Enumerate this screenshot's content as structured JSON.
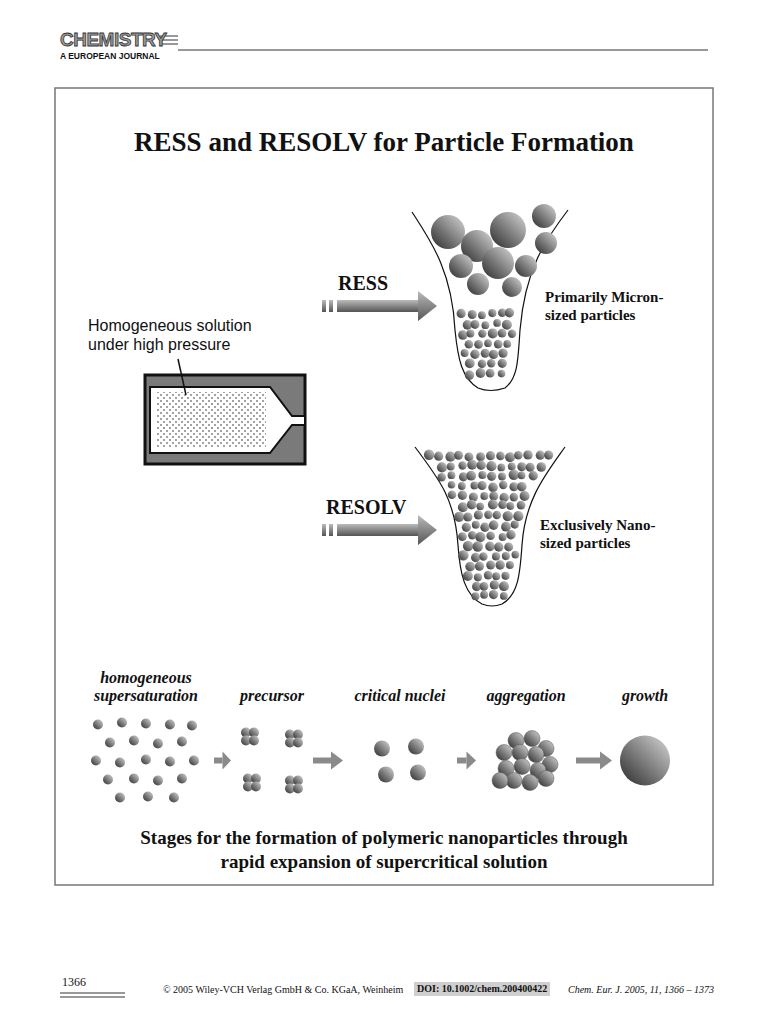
{
  "diagram": {
    "title": "RESS and RESOLV for Particle Formation",
    "caption": "Stages for the formation of polymeric nanoparticles through rapid expansion of supercritical solution",
    "nodes": [
      {
        "text": [
          "homogeneous supersaturation"
        ]
      },
      {
        "text": [
          "precursor"
        ]
      },
      {
        "text": [
          "critical nuclei"
        ]
      },
      {
        "text": [
          "aggregation"
        ]
      },
      {
        "text": [
          "growth"
        ]
      }
    ],
    "edges": [
      {
        "from": 0,
        "to": 1,
        "arrow": "to"
      },
      {
        "from": 1,
        "to": 2,
        "arrow": "to"
      },
      {
        "from": 2,
        "to": 3,
        "arrow": "to"
      },
      {
        "from": 3,
        "to": 4,
        "arrow": "to"
      }
    ],
    "labels": [
      "CHEMISTRY",
      "A EUROPEAN JOURNAL",
      "Homogeneous solution under high pressure",
      "RESS",
      "Primarily Micron-sized particles",
      "RESOLV",
      "Exclusively Nano-sized particles",
      "1366",
      "© 2005 Wiley-VCH Verlag GmbH & Co. KGaA, Weinheim",
      "DOI: 10.1002/chem.200400422",
      "Chem. Eur. J. 2005, 11, 1366 – 1373"
    ]
  }
}
